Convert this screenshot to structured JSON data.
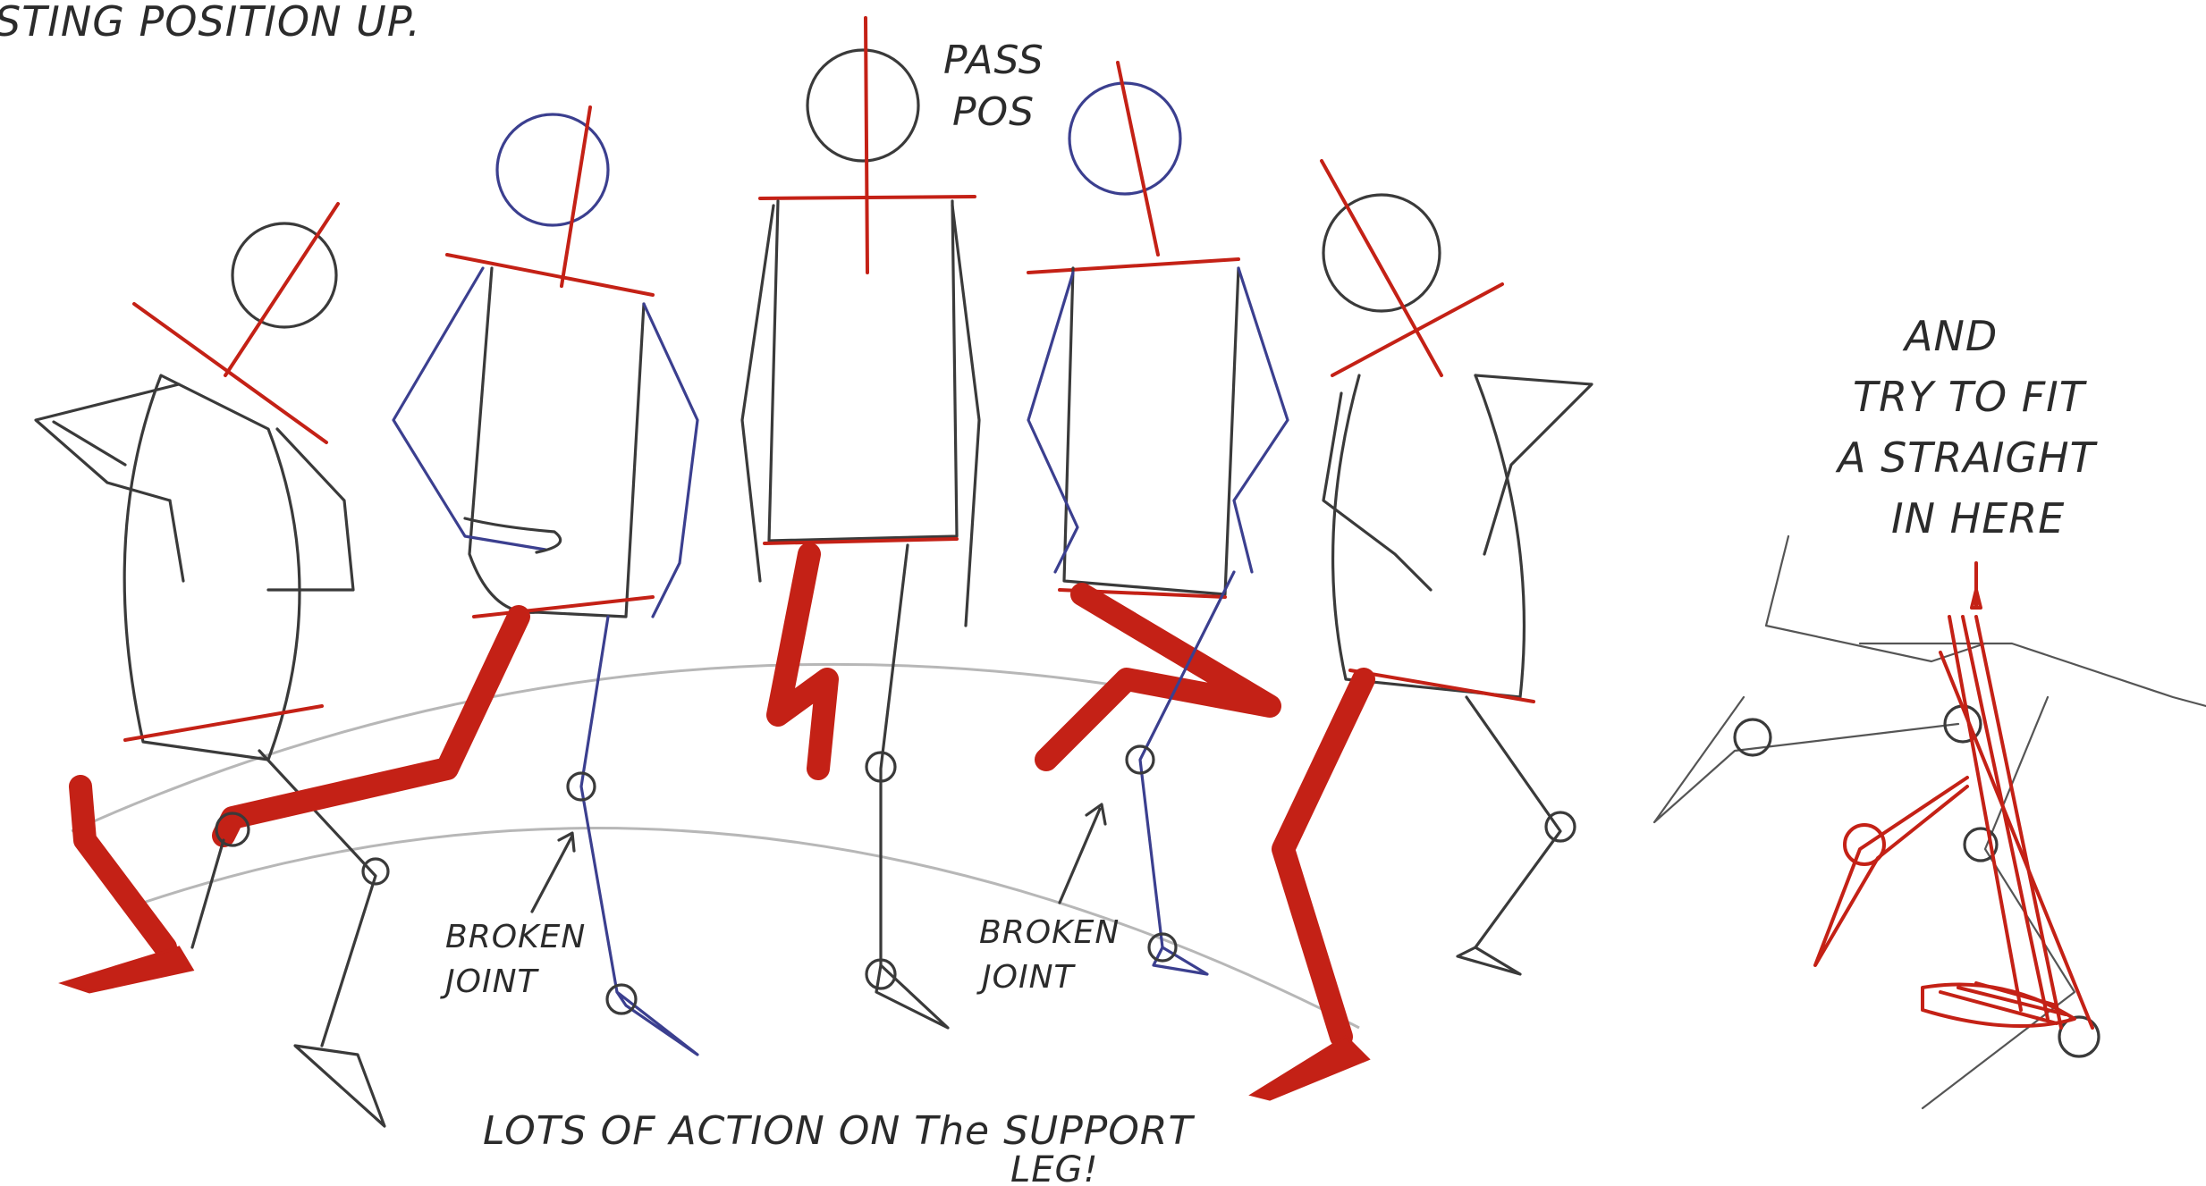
{
  "notes": {
    "top_partial": "STING POSITION UP.",
    "pass_pos_line1": "PASS",
    "pass_pos_line2": "POS",
    "broken_joint_left_line1": "BROKEN",
    "broken_joint_left_line2": "JOINT",
    "broken_joint_right_line1": "BROKEN",
    "broken_joint_right_line2": "JOINT",
    "bottom_line1": "LOTS OF ACTION ON The SUPPORT",
    "bottom_line2": "LEG!",
    "side_line1": "AND",
    "side_line2": "TRY TO FIT",
    "side_line3": "A STRAIGHT",
    "side_line4": "IN HERE"
  },
  "colors": {
    "paper": "#ffffff",
    "pencil": "#3a3a3a",
    "blue_pencil": "#3b3f8f",
    "red_pencil": "#c42116"
  }
}
